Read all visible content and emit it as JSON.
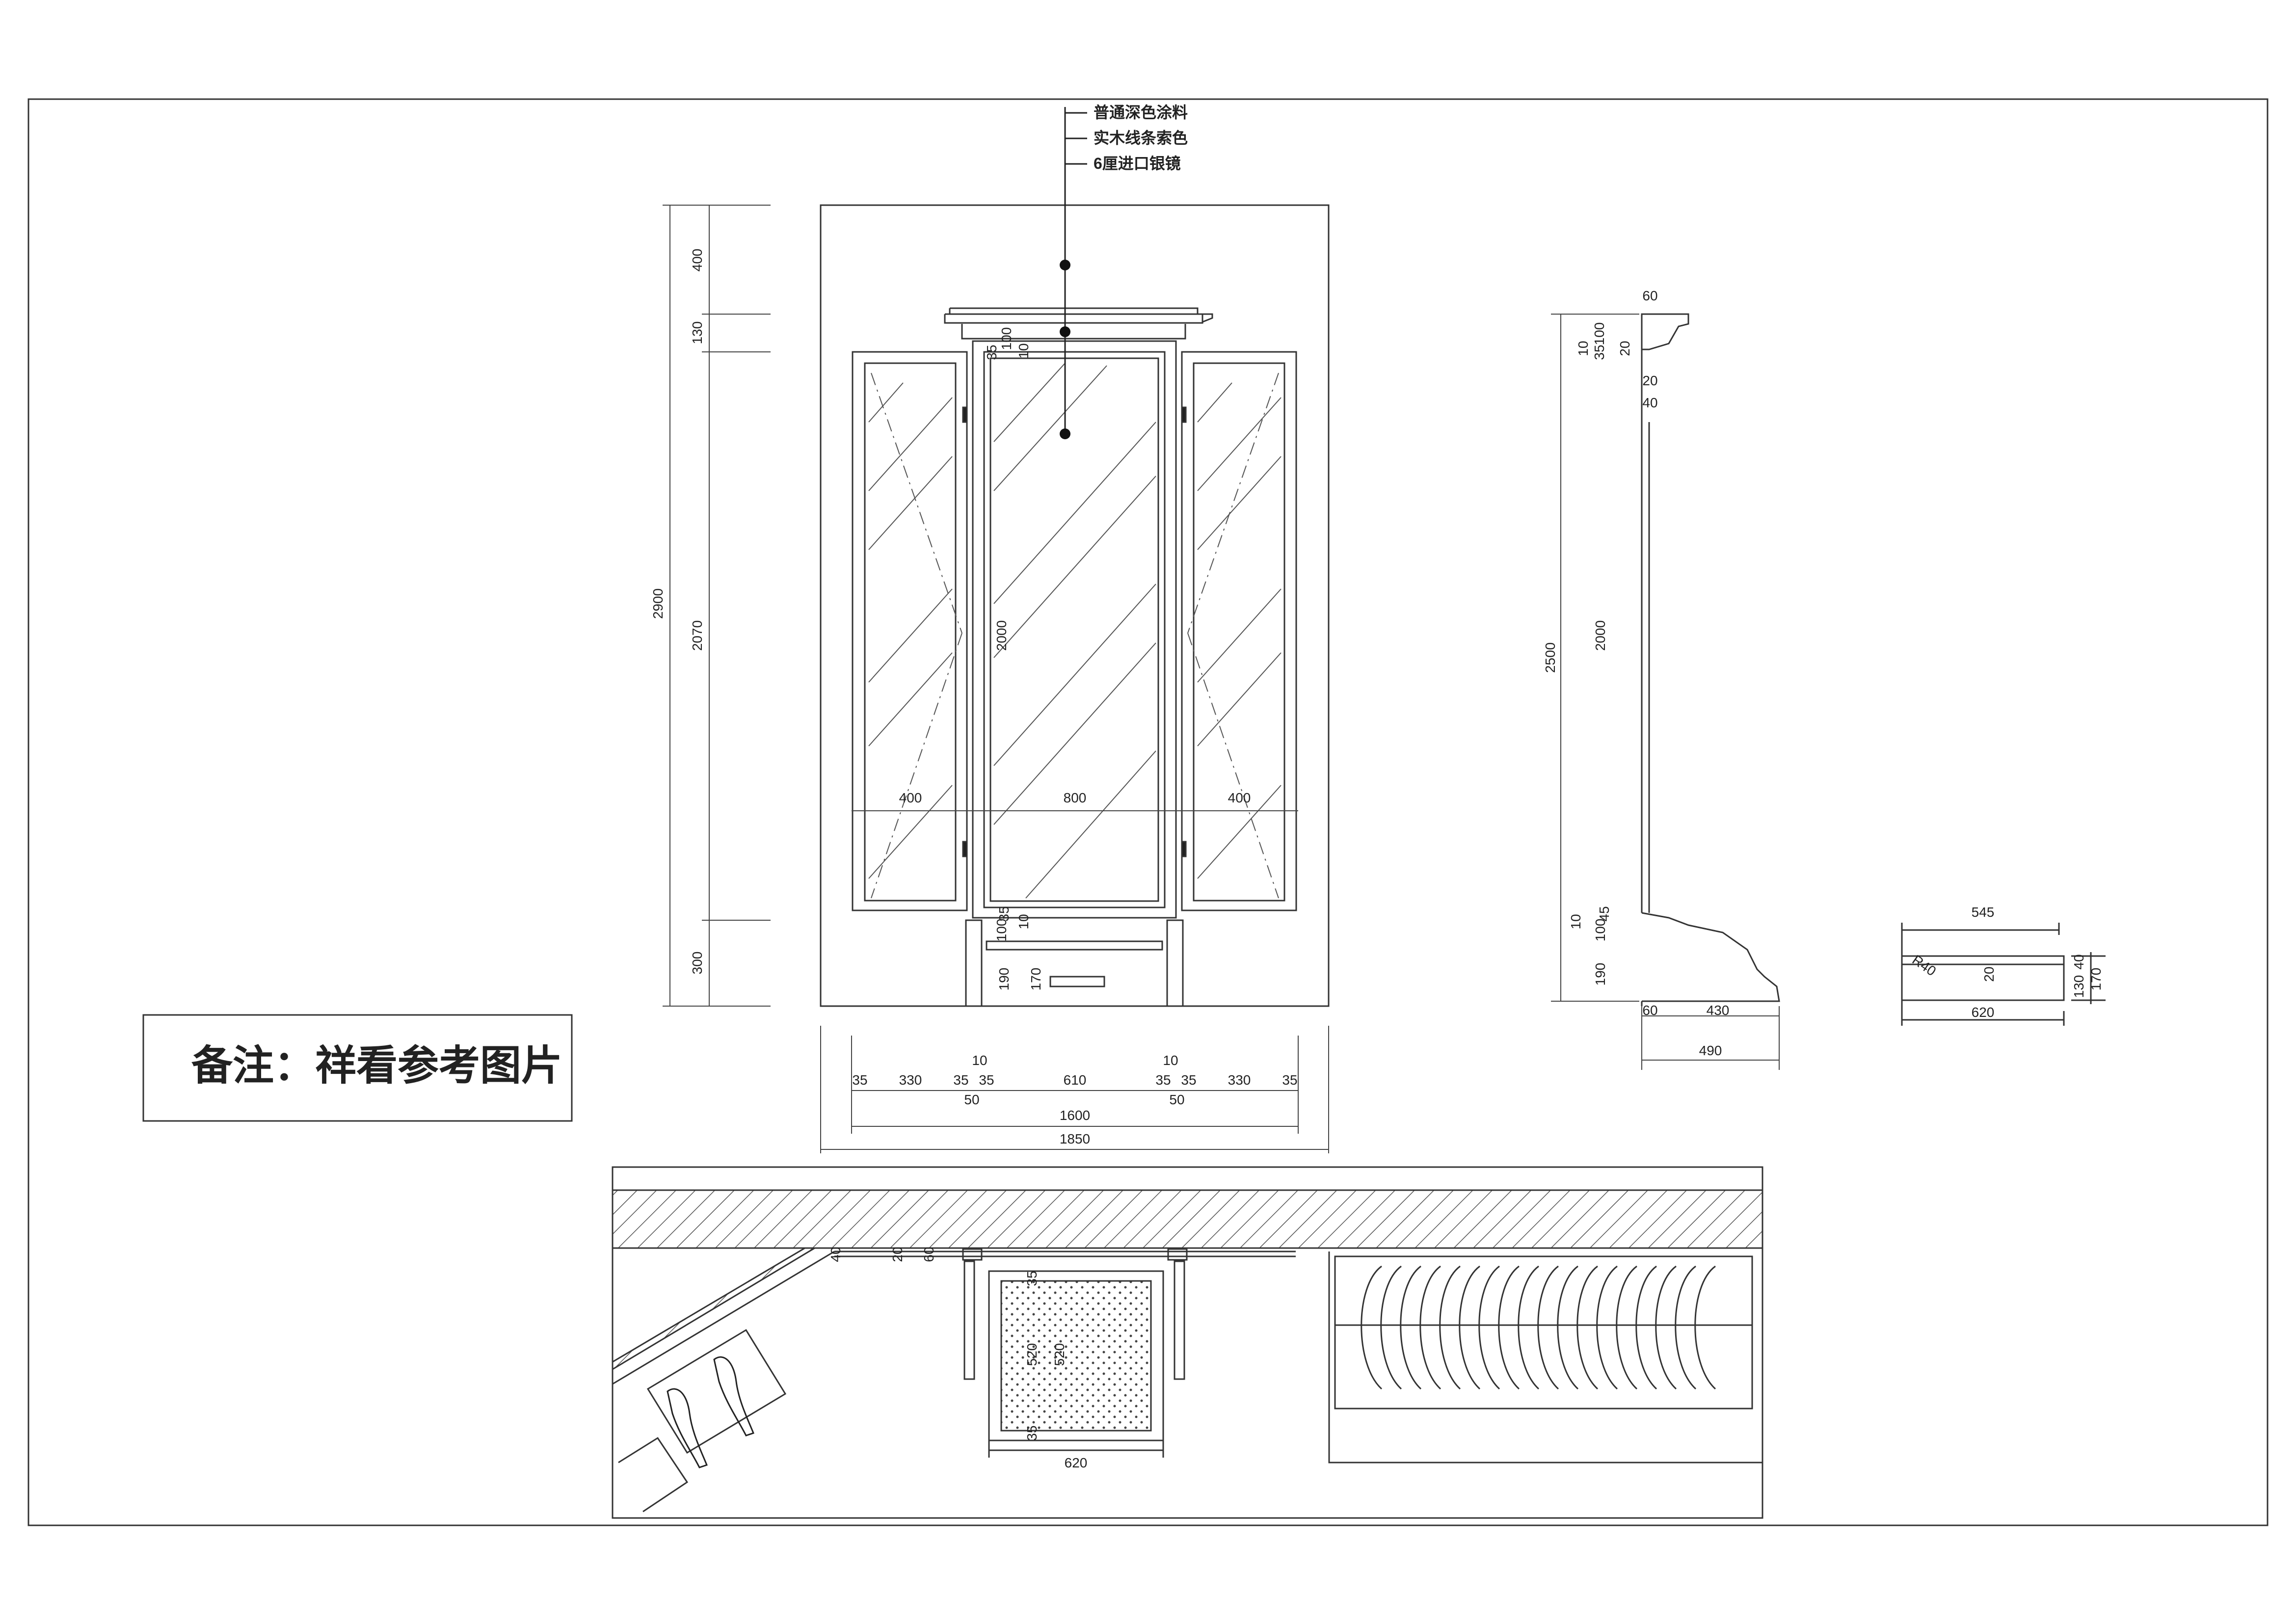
{
  "callouts": [
    "普通深色涂料",
    "实木线条索色",
    "6厘进口银镜"
  ],
  "note": "备注：祥看参考图片",
  "front": {
    "vdims": [
      "400",
      "130",
      "2070",
      "300",
      "2900"
    ],
    "inner_vdims": [
      "100",
      "35",
      "10",
      "2000",
      "100",
      "35",
      "10",
      "190",
      "170"
    ],
    "panel_widths": [
      "400",
      "800",
      "400"
    ],
    "hdims_row1": [
      "35",
      "330",
      "35",
      "10",
      "35",
      "610",
      "10",
      "35",
      "35",
      "330",
      "35"
    ],
    "hdims_row2": [
      "50",
      "50"
    ],
    "width_1600": "1600",
    "width_1850": "1850"
  },
  "side": {
    "vdims": [
      "10",
      "35",
      "100",
      "20",
      "20",
      "40",
      "2000",
      "10",
      "100",
      "45",
      "190",
      "2500"
    ],
    "hdims": [
      "60",
      "60",
      "430",
      "490"
    ]
  },
  "detail": {
    "dims": [
      "545",
      "620",
      "R40",
      "20",
      "130",
      "40",
      "170"
    ]
  },
  "plan": {
    "dims": [
      "40",
      "20",
      "60",
      "35",
      "520",
      "520",
      "35",
      "620"
    ]
  }
}
